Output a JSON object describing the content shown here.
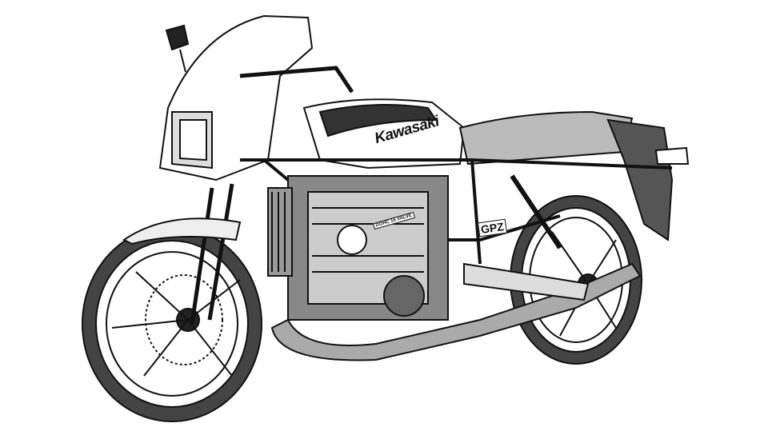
{
  "image": {
    "subject": "Cutaway technical illustration of a sport motorcycle",
    "style": "black ink line drawing on white background",
    "labels": {
      "brand": "Kawasaki",
      "model": "GPZ",
      "engine": "DOHC 16 VALVE"
    },
    "colors": {
      "ink": "#111111",
      "background": "#ffffff"
    }
  }
}
